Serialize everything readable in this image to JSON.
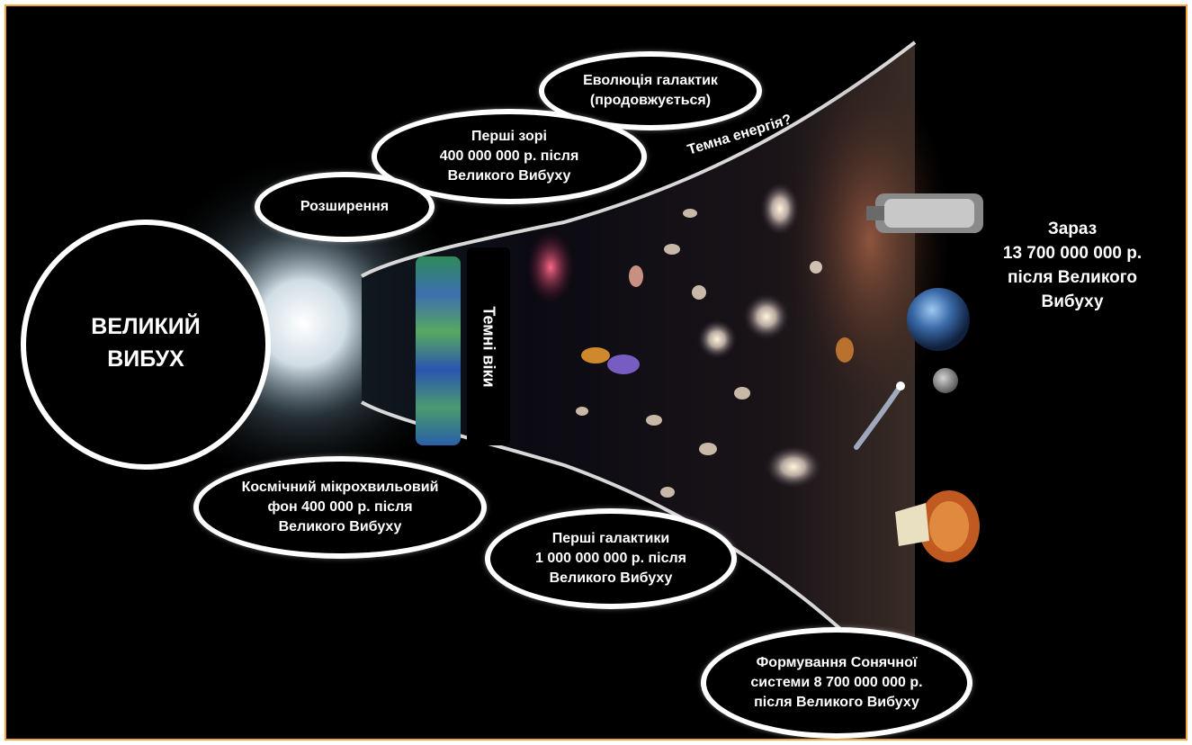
{
  "labels": {
    "big_bang": "ВЕЛИКИЙ\nВИБУХ",
    "expansion": "Розширення",
    "first_stars": "Перші зорі\n400 000 000 р. після\nВеликого Вибуху",
    "galaxy_evolution": "Еволюція галактик\n(продовжується)",
    "dark_energy": "Темна енергія?",
    "dark_ages": "Темні віки",
    "cmb": "Космічний мікрохвильовий\nфон 400 000 р. після\nВеликого Вибуху",
    "first_galaxies": "Перші галактики\n1 000 000 000 р. після\nВеликого Вибуху",
    "now": "Зараз\n13 700 000 000 р.\nпісля Великого\nВибуху",
    "solar_system": "Формування Сонячної\nсистеми 8 700 000 000 р.\nпісля Великого Вибуху"
  },
  "colors": {
    "background": "#000000",
    "frame_border": "#f2a33a",
    "bubble_border": "#ffffff",
    "text": "#ffffff"
  }
}
